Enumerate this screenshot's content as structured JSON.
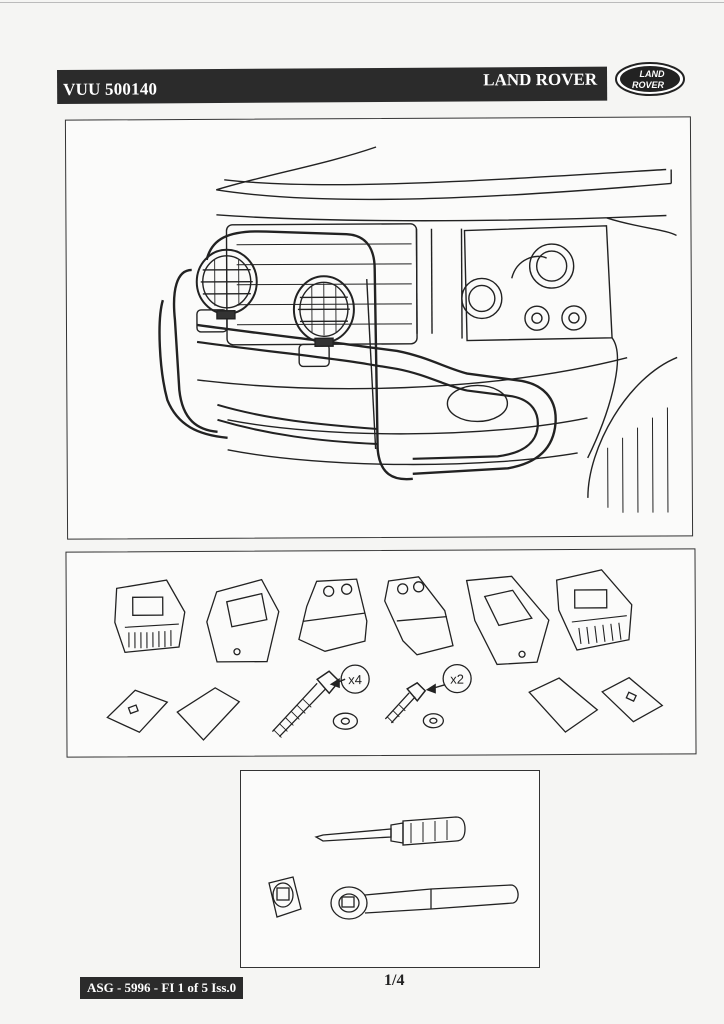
{
  "header": {
    "part_number": "VUU 500140",
    "brand": "LAND ROVER",
    "logo_text_line1": "LAND",
    "logo_text_line2": "ROVER"
  },
  "parts_panel": {
    "bolt_large_qty": "x4",
    "bolt_small_qty": "x2"
  },
  "footer": {
    "document_code": "ASG - 5996 - FI 1 of 5 Iss.0",
    "page": "1/4"
  }
}
